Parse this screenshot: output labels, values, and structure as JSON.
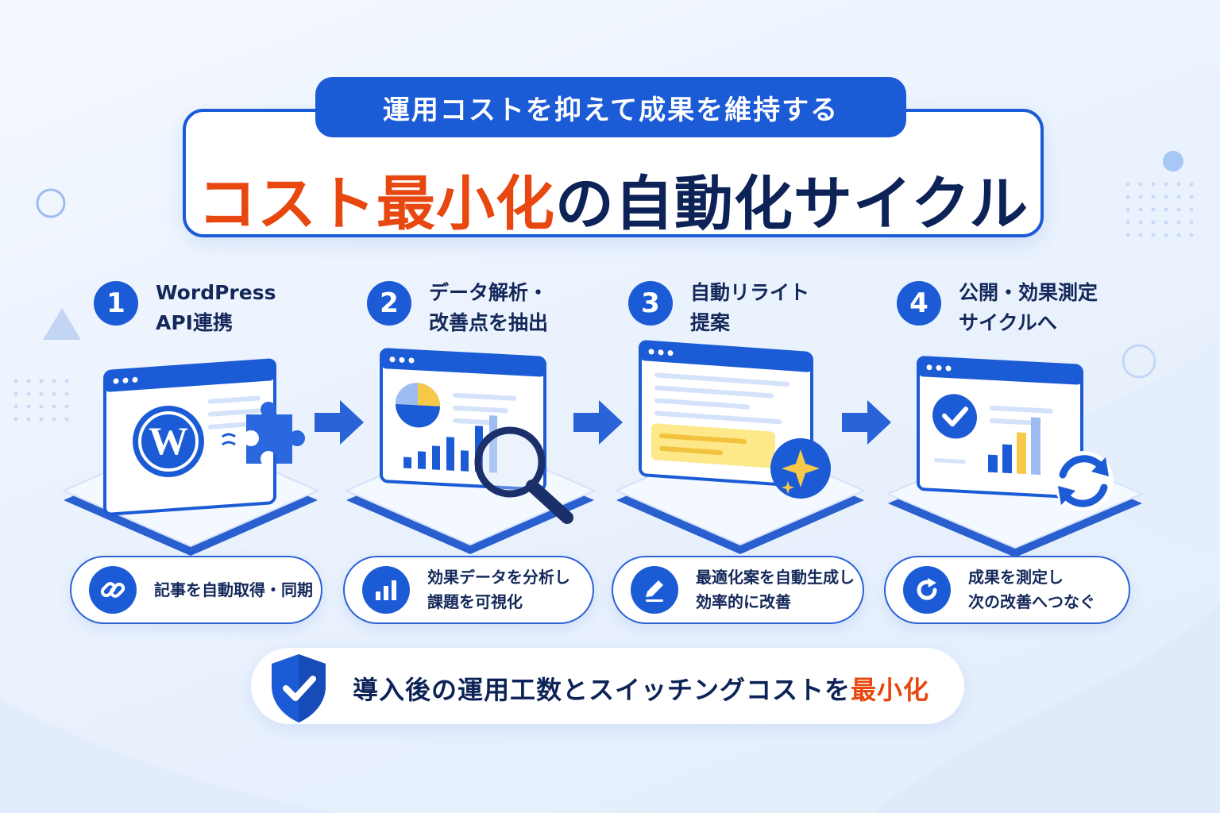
{
  "header": {
    "subtitle": "運用コストを抑えて成果を維持する",
    "title_accent": "コスト最小化",
    "title_rest": "の自動化サイクル"
  },
  "steps": [
    {
      "number": "1",
      "title_line1": "WordPress",
      "title_line2": "API連携",
      "desc_line1": "記事を自動取得・同期",
      "desc_line2": "",
      "scene_icon": "wordpress-icon",
      "desc_icon": "link-icon"
    },
    {
      "number": "2",
      "title_line1": "データ解析・",
      "title_line2": "改善点を抽出",
      "desc_line1": "効果データを分析し",
      "desc_line2": "課題を可視化",
      "scene_icon": "magnifier-icon",
      "desc_icon": "bar-chart-icon"
    },
    {
      "number": "3",
      "title_line1": "自動リライト",
      "title_line2": "提案",
      "desc_line1": "最適化案を自動生成し",
      "desc_line2": "効率的に改善",
      "scene_icon": "sparkle-icon",
      "desc_icon": "pencil-icon"
    },
    {
      "number": "4",
      "title_line1": "公開・効果測定",
      "title_line2": "サイクルへ",
      "desc_line1": "成果を測定し",
      "desc_line2": "次の改善へつなぐ",
      "scene_icon": "refresh-cycle-icon",
      "desc_icon": "refresh-icon"
    }
  ],
  "footer": {
    "text_main": "導入後の運用工数とスイッチングコストを",
    "text_accent": "最小化",
    "icon": "shield-check-icon"
  },
  "colors": {
    "primary": "#1c5bd6",
    "accent": "#e8470f",
    "text_dark": "#0d2357",
    "chart_yellow": "#f7c948",
    "highlight_yellow": "#fde98a"
  }
}
